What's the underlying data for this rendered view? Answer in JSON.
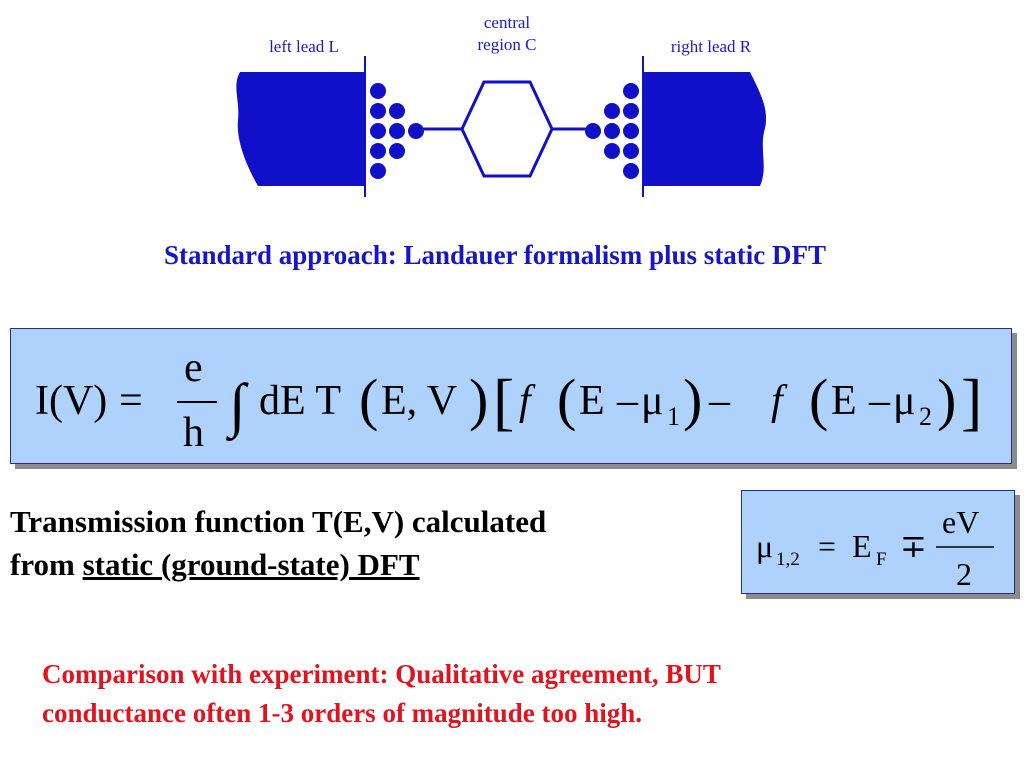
{
  "diagram": {
    "left_label": "left lead L",
    "central_label_line1": "central",
    "central_label_line2": "region C",
    "right_label": "right lead R",
    "lead_color": "#1010c8"
  },
  "heading": "Standard approach: Landauer formalism plus static DFT",
  "formula_main": {
    "lhs": "I(V)",
    "equals": "=",
    "frac_num": "e",
    "frac_den": "h",
    "integral": "∫",
    "integrand": "dE T",
    "args": "E, V",
    "f1": "f",
    "arg1_E": "E",
    "minus": "–",
    "mu": "μ",
    "sub1": "1",
    "f2": "f",
    "sub2": "2",
    "box_color": "#aed2fb"
  },
  "formula_mu": {
    "mu": "μ",
    "sub": "1,2",
    "equals": "=",
    "E": "E",
    "sub_F": "F",
    "mp": "∓",
    "frac_num": "eV",
    "frac_den": "2"
  },
  "transmission": {
    "line1": "Transmission function T(E,V) calculated",
    "from": "from ",
    "underlined": "static (ground-state) DFT"
  },
  "comparison": {
    "line1": "Comparison with experiment: Qualitative agreement, BUT",
    "line2": "conductance often 1-3 orders of magnitude too high."
  }
}
